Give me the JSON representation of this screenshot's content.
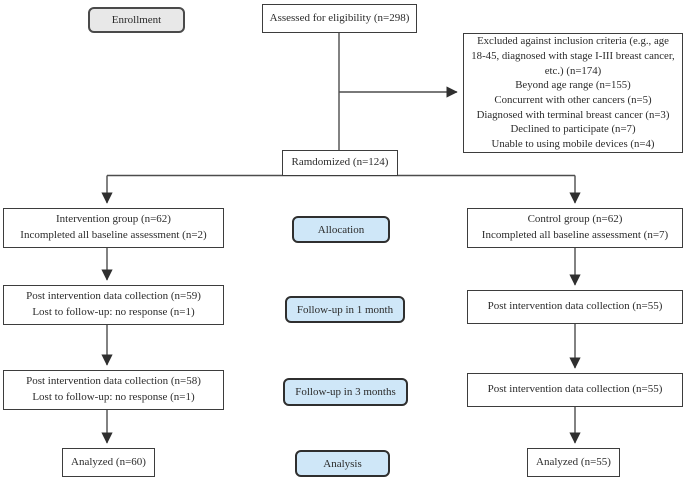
{
  "figure_title": "CONSORT participant flow diagram",
  "colors": {
    "stage_fill": "#cfe7f8",
    "enrollment_fill": "#e8e8e8",
    "box_border": "#3d3d3d",
    "connector_line": "#4d4d4d"
  },
  "flowchart": {
    "enrollment_label": "Enrollment",
    "assessed": "Assessed for eligibility (n=298)",
    "excluded": {
      "lines": [
        "Excluded against inclusion criteria (e.g., age 18-45, diagnosed with stage I-III breast cancer, etc.) (n=174)",
        "Beyond age range (n=155)",
        "Concurrent with other cancers (n=5)",
        "Diagnosed with terminal breast cancer (n=3)",
        "Declined to participate (n=7)",
        "Unable to using mobile devices (n=4)"
      ]
    },
    "randomized": "Ramdomized (n=124)",
    "stages": {
      "allocation": "Allocation",
      "followup_1m": "Follow-up in 1 month",
      "followup_3m": "Follow-up in 3 months",
      "analysis": "Analysis"
    },
    "intervention": {
      "line1": "Intervention group (n=62)",
      "line2": "Incompleted all baseline assessment (n=2)"
    },
    "control": {
      "line1": "Control group (n=62)",
      "line2": "Incompleted all baseline assessment (n=7)"
    },
    "intervention_fu1": {
      "line1": "Post intervention data collection (n=59)",
      "line2": "Lost to follow-up: no response (n=1)"
    },
    "control_fu1": "Post intervention data collection (n=55)",
    "intervention_fu3": {
      "line1": "Post intervention data collection (n=58)",
      "line2": "Lost to follow-up: no response (n=1)"
    },
    "control_fu3": "Post intervention data collection (n=55)",
    "analyzed_intervention": "Analyzed (n=60)",
    "analyzed_control": "Analyzed (n=55)"
  }
}
